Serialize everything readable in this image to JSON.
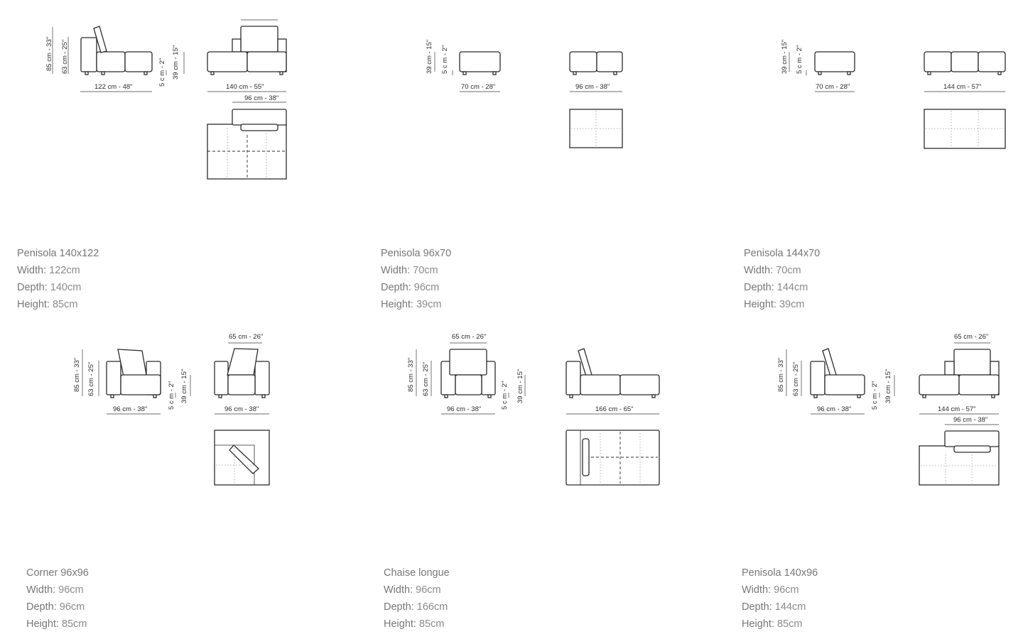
{
  "modules": [
    {
      "title": "Penisola 140x122",
      "width_label": "Width:",
      "width_value": "122cm",
      "depth_label": "Depth:",
      "depth_value": "140cm",
      "height_label": "Height:",
      "height_value": "85cm",
      "dims": {
        "height_total": "85 cm - 33\"",
        "seat_height": "63 cm - 25\"",
        "leg": "5 c m - 2\"",
        "seat": "39 cm - 15\"",
        "side_width": "122 cm - 48\"",
        "front_width": "140 cm - 55\"",
        "back_width": "96 cm - 38\""
      }
    },
    {
      "title": "Penisola 96x70",
      "width_label": "Width:",
      "width_value": "70cm",
      "depth_label": "Depth:",
      "depth_value": "96cm",
      "height_label": "Height:",
      "height_value": "39cm",
      "dims": {
        "seat": "39 cm - 15\"",
        "leg": "5 c m - 2\"",
        "side_width": "70 cm - 28\"",
        "front_width": "96 cm - 38\""
      }
    },
    {
      "title": "Penisola 144x70",
      "width_label": "Width:",
      "width_value": "70cm",
      "depth_label": "Depth:",
      "depth_value": "144cm",
      "height_label": "Height:",
      "height_value": "39cm",
      "dims": {
        "seat": "39 cm - 15\"",
        "leg": "5 c m - 2\"",
        "side_width": "70 cm - 28\"",
        "front_width": "144 cm - 57\""
      }
    },
    {
      "title": "Corner 96x96",
      "width_label": "Width:",
      "width_value": "96cm",
      "depth_label": "Depth:",
      "depth_value": "96cm",
      "height_label": "Height:",
      "height_value": "85cm",
      "dims": {
        "height_total": "85 cm - 33\"",
        "seat_height": "63 cm - 25\"",
        "leg": "5 c m - 2\"",
        "seat": "39 cm - 15\"",
        "side_width": "96 cm - 38\"",
        "front_width": "96 cm - 38\"",
        "back_width": "65 cm - 26\""
      }
    },
    {
      "title": "Chaise longue",
      "width_label": "Width:",
      "width_value": "96cm",
      "depth_label": "Depth:",
      "depth_value": "166cm",
      "height_label": "Height:",
      "height_value": "85cm",
      "dims": {
        "height_total": "85 cm - 33\"",
        "seat_height": "63 cm - 25\"",
        "leg": "5 c m - 2\"",
        "seat": "39 cm - 15\"",
        "side_width": "96 cm - 38\"",
        "front_width": "166 cm - 65\"",
        "back_width": "65 cm - 26\""
      }
    },
    {
      "title": "Penisola 140x96",
      "width_label": "Width:",
      "width_value": "96cm",
      "depth_label": "Depth:",
      "depth_value": "144cm",
      "height_label": "Height:",
      "height_value": "85cm",
      "dims": {
        "height_total": "85 cm - 33\"",
        "seat_height": "63 cm - 25\"",
        "leg": "5 c m - 2\"",
        "seat": "39 cm - 15\"",
        "side_width": "96 cm - 38\"",
        "front_width": "144 cm - 57\"",
        "back_width": "65 cm - 26\"",
        "top_width": "96 cm - 38\""
      }
    }
  ]
}
